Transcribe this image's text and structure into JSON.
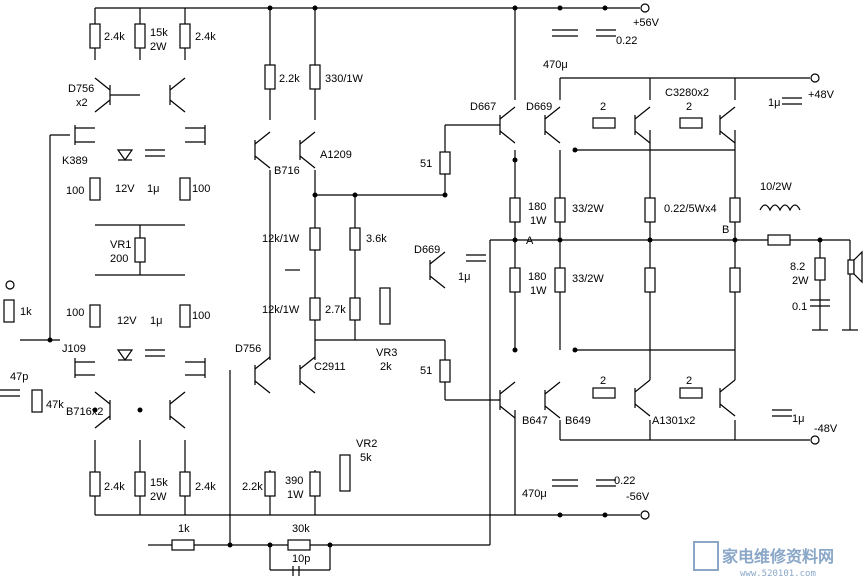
{
  "diagram": {
    "rails": {
      "pos56": "+56V",
      "neg56": "-56V",
      "pos48": "+48V",
      "neg48": "-48V"
    },
    "labels": [
      {
        "id": "r_24k_a",
        "text": "2.4k"
      },
      {
        "id": "r_15k_top",
        "text": "15k"
      },
      {
        "id": "r_2w_top",
        "text": "2W"
      },
      {
        "id": "r_24k_b",
        "text": "2.4k"
      },
      {
        "id": "q_d756_top",
        "text": "D756"
      },
      {
        "id": "q_x2_top",
        "text": "x2"
      },
      {
        "id": "q_k389",
        "text": "K389"
      },
      {
        "id": "r_100_a",
        "text": "100"
      },
      {
        "id": "z_12v_a",
        "text": "12V"
      },
      {
        "id": "c_1u_a",
        "text": "1μ"
      },
      {
        "id": "r_100_b",
        "text": "100"
      },
      {
        "id": "vr1",
        "text": "VR1"
      },
      {
        "id": "vr1_val",
        "text": "200"
      },
      {
        "id": "r_1k_in",
        "text": "1k"
      },
      {
        "id": "r_100_c",
        "text": "100"
      },
      {
        "id": "z_12v_b",
        "text": "12V"
      },
      {
        "id": "c_1u_b",
        "text": "1μ"
      },
      {
        "id": "r_100_d",
        "text": "100"
      },
      {
        "id": "q_j109",
        "text": "J109"
      },
      {
        "id": "c_47p",
        "text": "47p"
      },
      {
        "id": "r_47k",
        "text": "47k"
      },
      {
        "id": "q_b716x2",
        "text": "B716x2"
      },
      {
        "id": "r_24k_c",
        "text": "2.4k"
      },
      {
        "id": "r_15k_bot",
        "text": "15k"
      },
      {
        "id": "r_2w_bot",
        "text": "2W"
      },
      {
        "id": "r_24k_d",
        "text": "2.4k"
      },
      {
        "id": "r_1k_fb",
        "text": "1k"
      },
      {
        "id": "r_22k",
        "text": "2.2k"
      },
      {
        "id": "r_330",
        "text": "330/1W"
      },
      {
        "id": "q_b716",
        "text": "B716"
      },
      {
        "id": "q_a1209",
        "text": "A1209"
      },
      {
        "id": "r_12k_a",
        "text": "12k/1W"
      },
      {
        "id": "r_36k",
        "text": "3.6k"
      },
      {
        "id": "r_12k_b",
        "text": "12k/1W"
      },
      {
        "id": "r_27k",
        "text": "2.7k"
      },
      {
        "id": "q_d669_bias",
        "text": "D669"
      },
      {
        "id": "c_1u_bias",
        "text": "1μ"
      },
      {
        "id": "vr3",
        "text": "VR3"
      },
      {
        "id": "vr3_val",
        "text": "2k"
      },
      {
        "id": "q_d756_mid",
        "text": "D756"
      },
      {
        "id": "q_c2911",
        "text": "C2911"
      },
      {
        "id": "vr2",
        "text": "VR2"
      },
      {
        "id": "vr2_val",
        "text": "5k"
      },
      {
        "id": "r_22k_b",
        "text": "2.2k"
      },
      {
        "id": "r_390",
        "text": "390"
      },
      {
        "id": "r_390_w",
        "text": "1W"
      },
      {
        "id": "r_30k",
        "text": "30k"
      },
      {
        "id": "c_10p",
        "text": "10p"
      },
      {
        "id": "c_470u_top",
        "text": "470μ"
      },
      {
        "id": "c_022_top",
        "text": "0.22"
      },
      {
        "id": "q_d667",
        "text": "D667"
      },
      {
        "id": "q_d669",
        "text": "D669"
      },
      {
        "id": "r_51_top",
        "text": "51"
      },
      {
        "id": "r_180_top",
        "text": "180"
      },
      {
        "id": "r_180_top_w",
        "text": "1W"
      },
      {
        "id": "node_a",
        "text": "A"
      },
      {
        "id": "r_180_bot",
        "text": "180"
      },
      {
        "id": "r_180_bot_w",
        "text": "1W"
      },
      {
        "id": "r_51_bot",
        "text": "51"
      },
      {
        "id": "q_b647",
        "text": "B647"
      },
      {
        "id": "q_b649",
        "text": "B649"
      },
      {
        "id": "c_470u_bot",
        "text": "470μ"
      },
      {
        "id": "c_022_bot",
        "text": "0.22"
      },
      {
        "id": "r_2_a",
        "text": "2"
      },
      {
        "id": "q_c3280",
        "text": "C3280x2"
      },
      {
        "id": "r_2_b",
        "text": "2"
      },
      {
        "id": "c_1u_48",
        "text": "1μ"
      },
      {
        "id": "r_33_a",
        "text": "33/2W"
      },
      {
        "id": "r_022_5w",
        "text": "0.22/5Wx4"
      },
      {
        "id": "node_b",
        "text": "B"
      },
      {
        "id": "l_10_2w",
        "text": "10/2W"
      },
      {
        "id": "r_33_b",
        "text": "33/2W"
      },
      {
        "id": "r_82",
        "text": "8.2"
      },
      {
        "id": "r_82_w",
        "text": "2W"
      },
      {
        "id": "c_01",
        "text": "0.1"
      },
      {
        "id": "r_2_c",
        "text": "2"
      },
      {
        "id": "q_a1301",
        "text": "A1301x2"
      },
      {
        "id": "r_2_d",
        "text": "2"
      },
      {
        "id": "c_1u_n48",
        "text": "1μ"
      }
    ],
    "watermark": {
      "text": "家电维修资料网",
      "url": "www.520101.com"
    }
  }
}
